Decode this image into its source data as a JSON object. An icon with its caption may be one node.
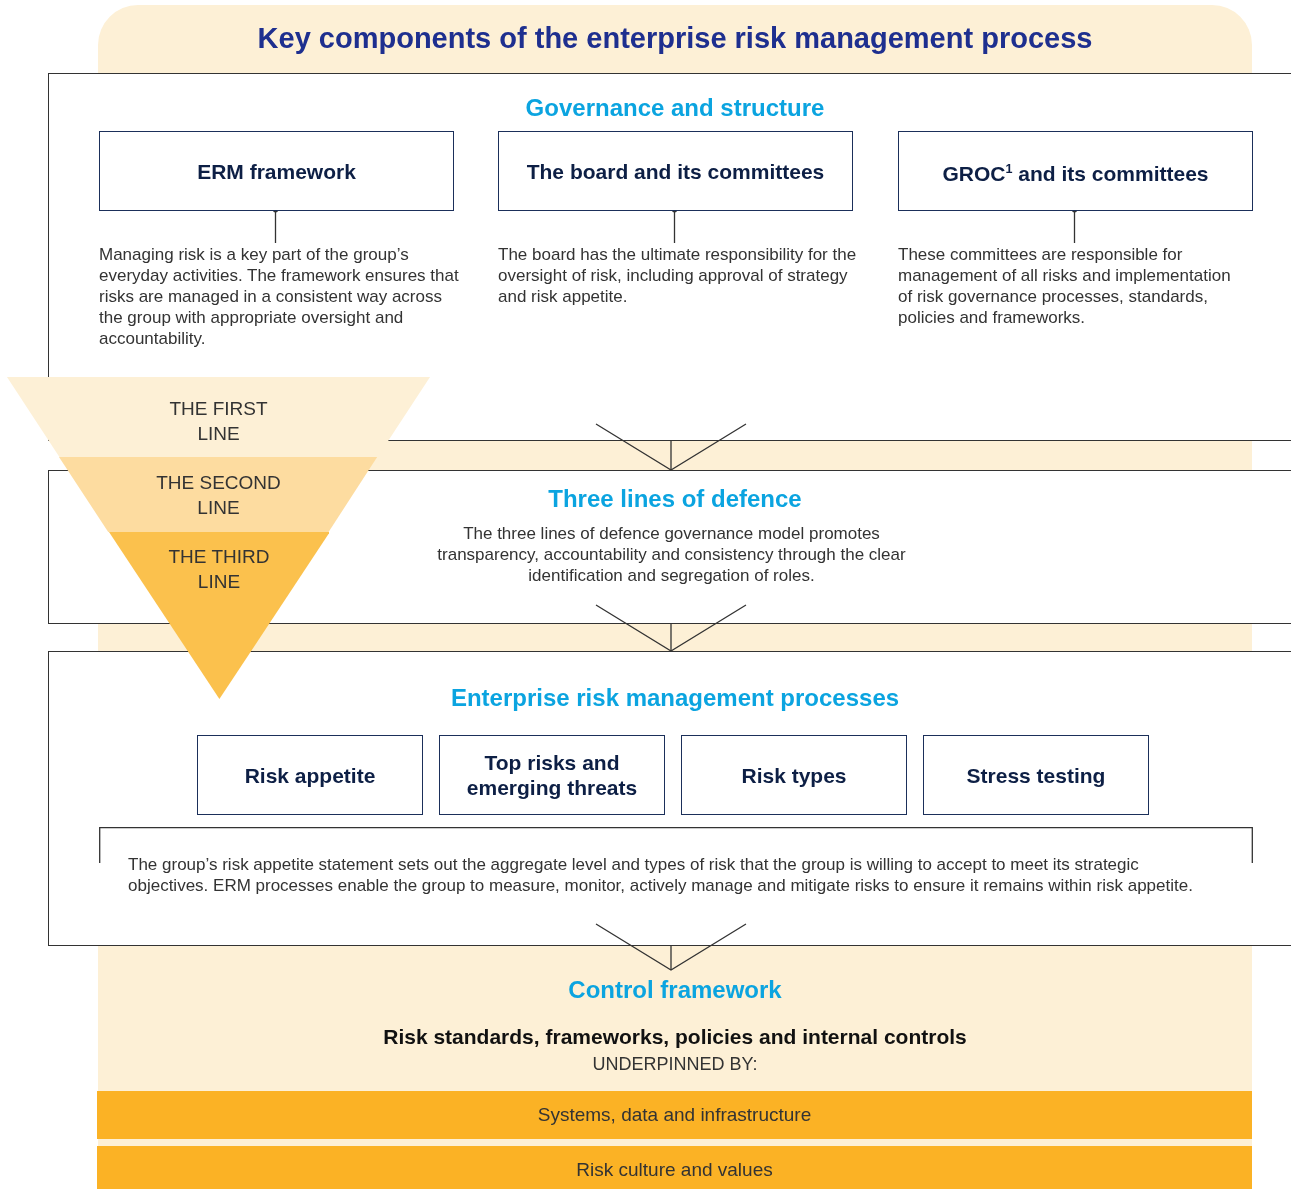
{
  "diagram": {
    "title": "Key components of the enterprise risk management process",
    "nodes": [
      {
        "text": [
          "Governance and structure"
        ]
      },
      {
        "text": [
          "ERM framework"
        ],
        "in": 0
      },
      {
        "text": [
          "Managing risk is a key part of the group’s everyday activities. The framework ensures that risks are managed in a consistent way across the group with appropriate oversight and accountability."
        ],
        "in": 0
      },
      {
        "text": [
          "The board and its committees"
        ],
        "in": 0
      },
      {
        "text": [
          "The board has the ultimate responsibility for the oversight of risk, including approval of strategy and risk appetite."
        ],
        "in": 0
      },
      {
        "text": [
          "GROC$^{1}$ and its committees"
        ],
        "in": 0
      },
      {
        "text": [
          "These committees are responsible for management of all risks and implementation of risk governance processes, standards, policies and frameworks."
        ],
        "in": 0
      },
      {
        "text": [
          "Three lines of defence",
          "The three lines of defence governance model promotes transparency, accountability and consistency through the clear identification and segregation of roles."
        ]
      },
      {
        "text": [
          "THE FIRST LINE"
        ]
      },
      {
        "text": [
          "THE SECOND LINE"
        ]
      },
      {
        "text": [
          "THE THIRD LINE"
        ]
      },
      {
        "text": [
          "Enterprise risk management processes"
        ]
      },
      {
        "text": [
          "Risk appetite"
        ],
        "in": 11
      },
      {
        "text": [
          "Top risks and emerging threats"
        ],
        "in": 11
      },
      {
        "text": [
          "Risk types"
        ],
        "in": 11
      },
      {
        "text": [
          "Stress testing"
        ],
        "in": 11
      },
      {
        "text": [
          "The group’s risk appetite statement sets out the aggregate level and types of risk that the group is willing to accept to meet its strategic objectives. ERM processes enable the group to measure, monitor, actively manage and mitigate risks to ensure it remains within risk appetite."
        ],
        "in": 11
      },
      {
        "text": [
          "Control framework",
          "Risk standards, frameworks, policies and internal controls",
          "UNDERPINNED BY:"
        ]
      },
      {
        "text": [
          "Systems, data and infrastructure"
        ]
      },
      {
        "text": [
          "Risk culture and values"
        ]
      }
    ],
    "edges": [
      {
        "from": 1,
        "to": 2,
        "arrow": "other"
      },
      {
        "from": 3,
        "to": 4,
        "arrow": "other"
      },
      {
        "from": 5,
        "to": 6,
        "arrow": "other"
      },
      {
        "from": 0,
        "to": 7,
        "arrow": "to"
      },
      {
        "from": 7,
        "to": 11,
        "arrow": "to"
      },
      {
        "from": 11,
        "to": 17,
        "arrow": "to"
      }
    ]
  }
}
